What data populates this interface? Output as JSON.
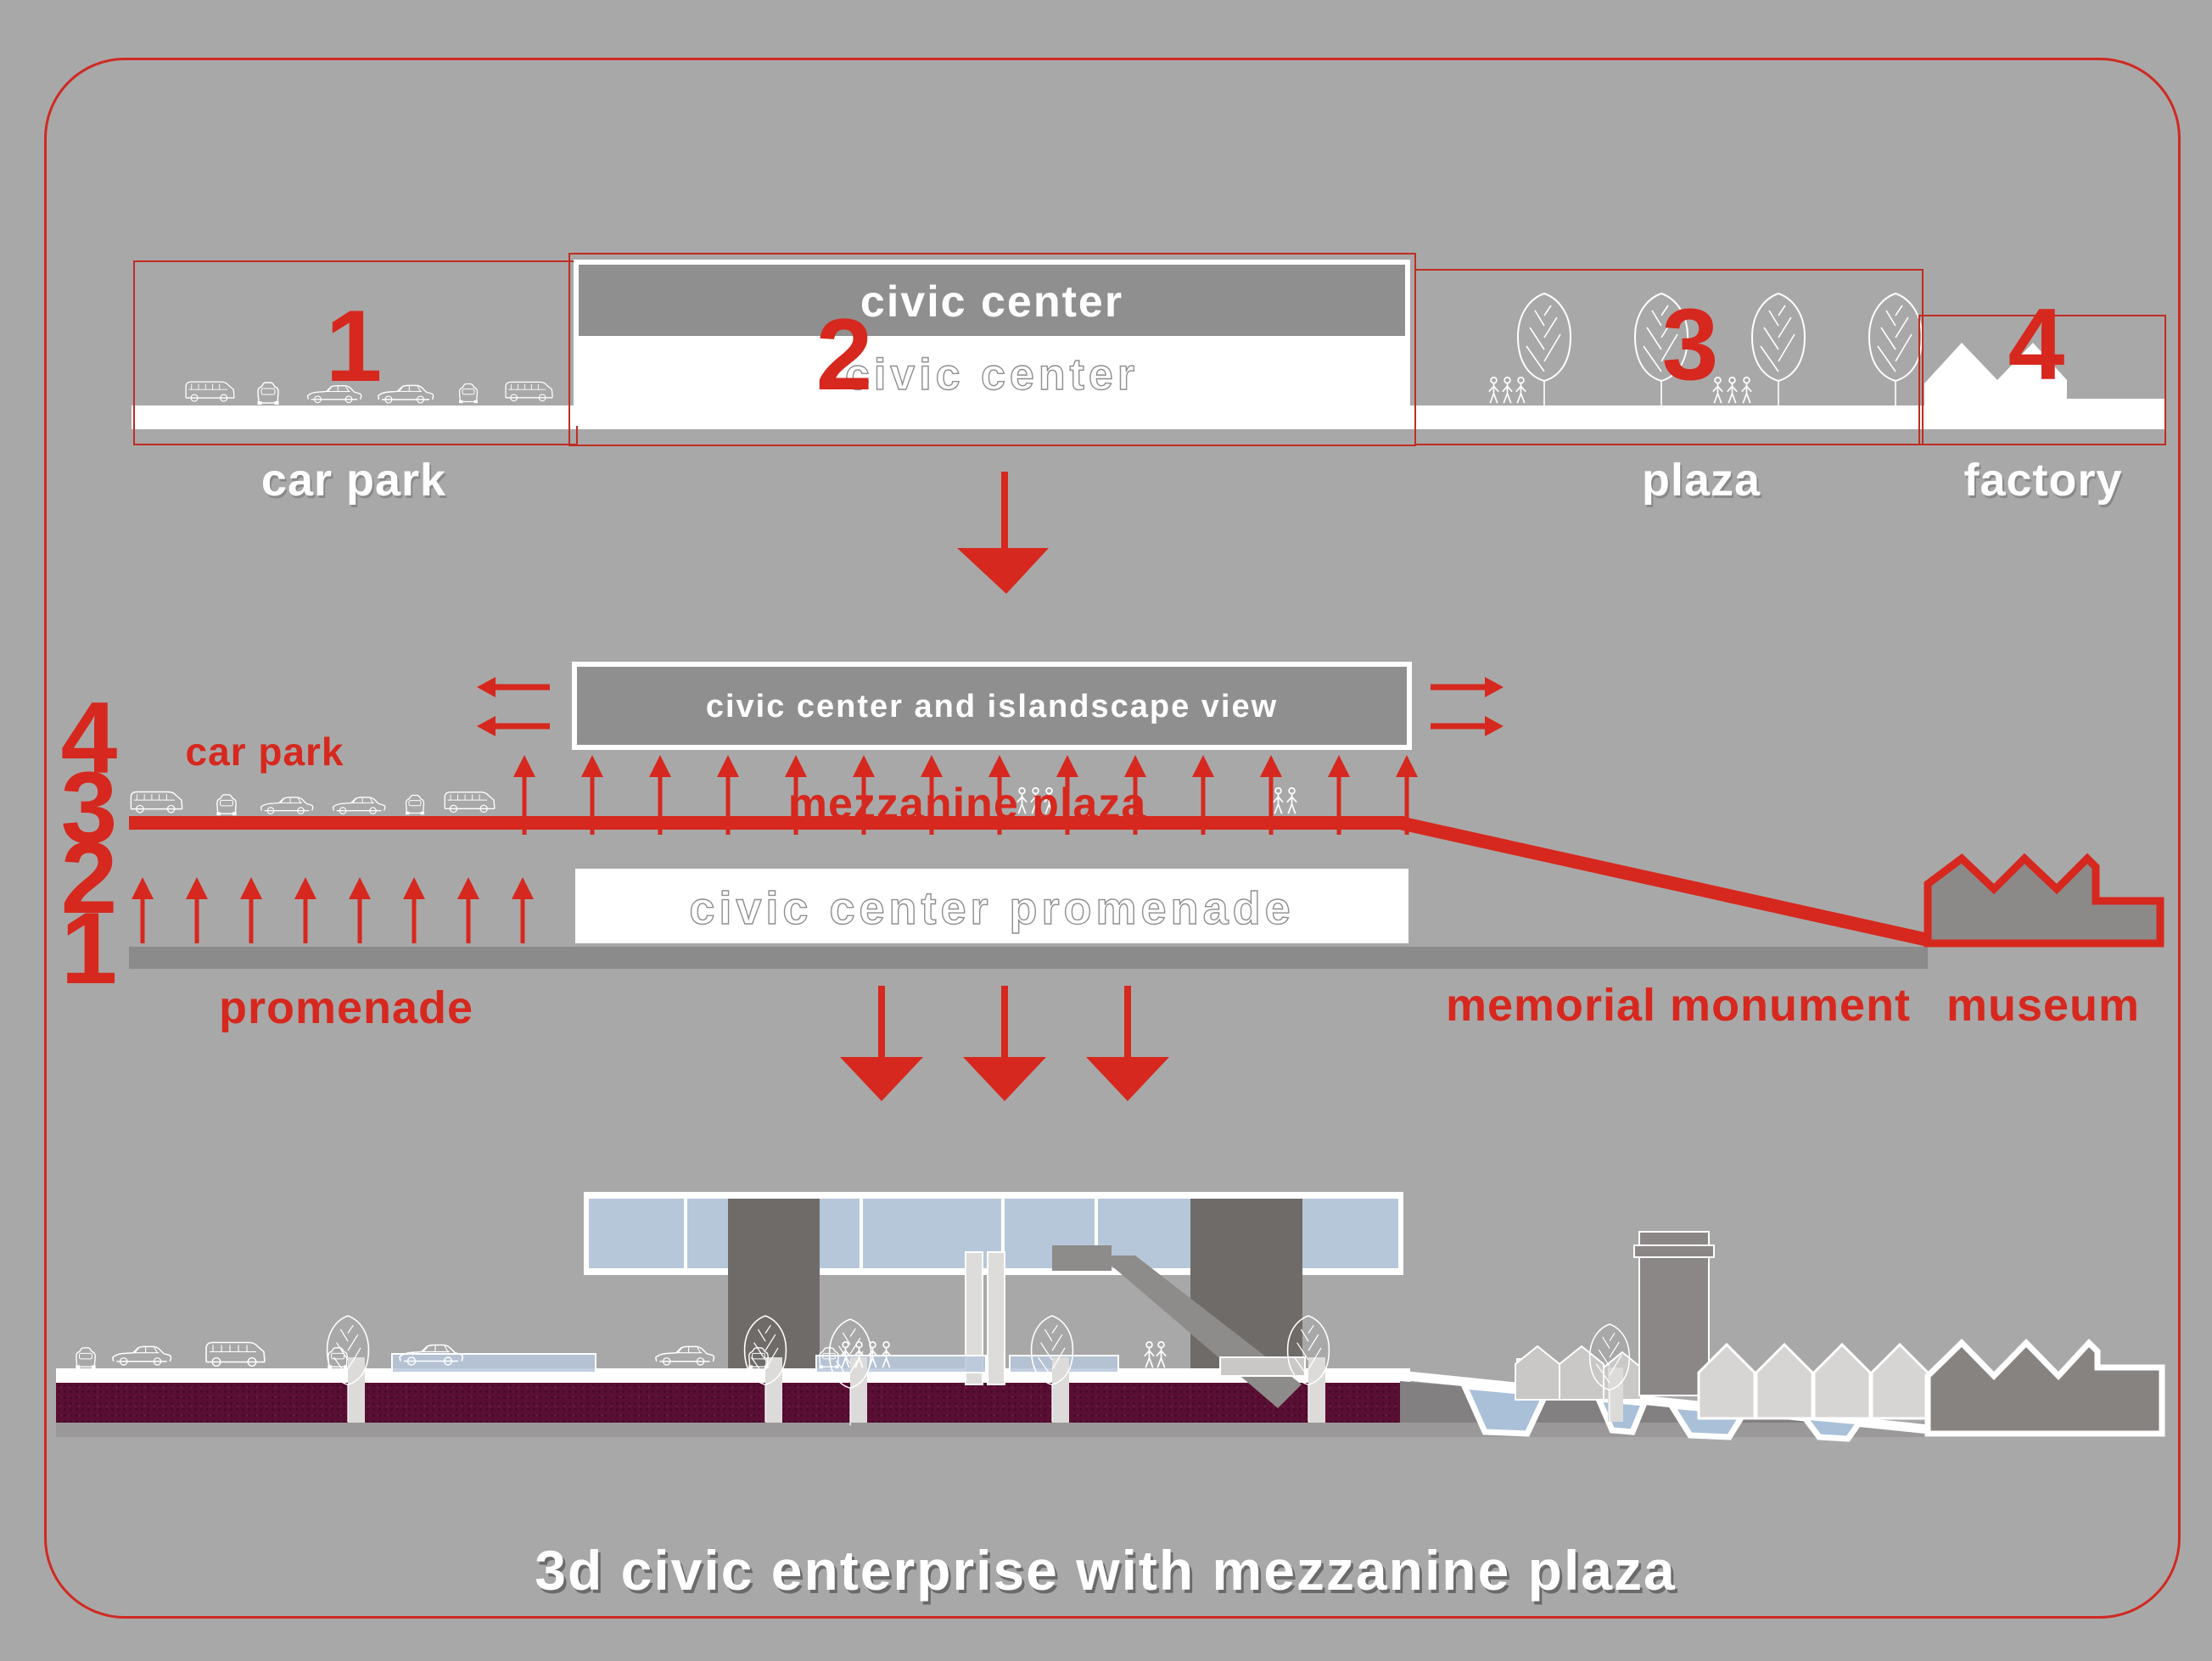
{
  "colors": {
    "background": "#a9a8a8",
    "red": "#d6281e",
    "outline_red": "#bf2d22",
    "panel_gray": "#908f8f",
    "maroon": "#5a0e34",
    "glass_blue": "#b7c7da",
    "white": "#ffffff"
  },
  "top_panel": {
    "num1": "1",
    "car_park_label": "car park",
    "num2": "2",
    "civic_center_top": "civic center",
    "civic_center_bottom": "civic center",
    "num3": "3",
    "plaza_label": "plaza",
    "num4": "4",
    "factory_label": "factory"
  },
  "middle_panel": {
    "level_numbers": [
      "4",
      "3",
      "2",
      "1"
    ],
    "car_park_label": "car park",
    "view_label": "civic center and islandscape view",
    "mezzanine_label": "mezzanine plaza",
    "promenade_box_label": "civic center promenade",
    "promenade_label": "promenade",
    "memorial_label": "memorial monument",
    "museum_label": "museum"
  },
  "bottom_panel": {
    "title": "3d civic enterprise with mezzanine plaza"
  }
}
